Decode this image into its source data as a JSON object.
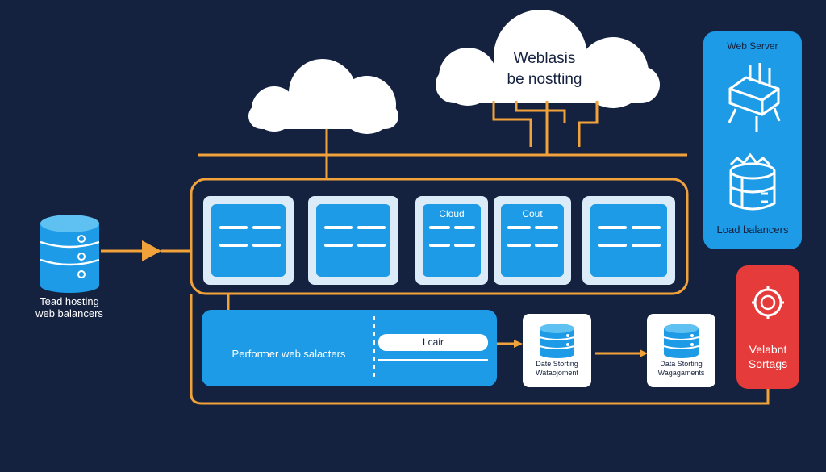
{
  "colors": {
    "background": "#14213f",
    "connector": "#f2a23a",
    "server_blue": "#1d9be6",
    "server_light": "#dcebf8",
    "alert_red": "#e63b3b",
    "white": "#ffffff"
  },
  "cloud_main": {
    "line1": "Weblasis",
    "line2": "be nostting"
  },
  "web_server_panel": {
    "title": "Web Server",
    "server_icon": "server-rack-icon",
    "lb_icon": "load-balancer-drum-icon",
    "caption": "Load balancers"
  },
  "left_database": {
    "icon": "database-icon",
    "caption_line1": "Tead hosting",
    "caption_line2": "web balancers"
  },
  "server_cards": [
    {
      "label": ""
    },
    {
      "label": ""
    },
    {
      "label": "Cloud"
    },
    {
      "label": "Cout"
    },
    {
      "label": ""
    }
  ],
  "performer": {
    "label": "Performer web salacters",
    "pill_label": "Lcair"
  },
  "storage_nodes": [
    {
      "icon": "database-icon",
      "line1": "Date Storting",
      "line2": "Wataojoment"
    },
    {
      "icon": "database-icon",
      "line1": "Data Storting",
      "line2": "Wagagaments"
    }
  ],
  "alert_box": {
    "icon": "alert-ring-icon",
    "line1": "Velabnt",
    "line2": "Sortags"
  }
}
